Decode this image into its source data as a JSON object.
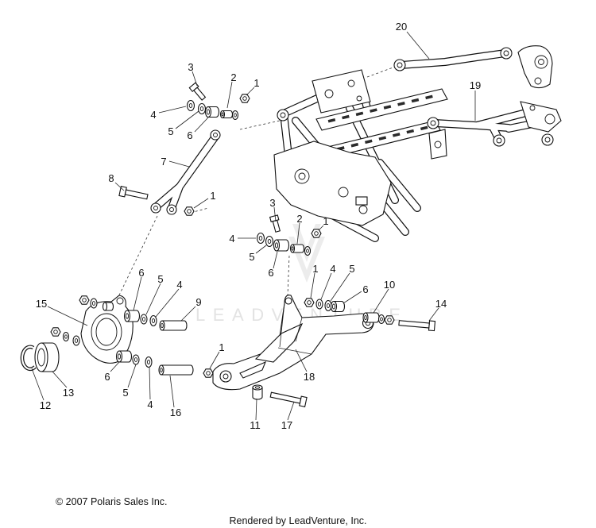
{
  "diagram": {
    "callouts": [
      "20",
      "19",
      "3",
      "2",
      "1",
      "4",
      "5",
      "6",
      "7",
      "8",
      "1",
      "3",
      "2",
      "1",
      "4",
      "5",
      "6",
      "1",
      "4",
      "5",
      "6",
      "10",
      "14",
      "6",
      "5",
      "4",
      "9",
      "15",
      "1",
      "18",
      "6",
      "5",
      "4",
      "16",
      "12",
      "13",
      "11",
      "17"
    ]
  },
  "watermark": "LEADVENTURE",
  "footer": {
    "copyright": "© 2007 Polaris Sales Inc.",
    "rendered_by": "Rendered by LeadVenture, Inc."
  }
}
